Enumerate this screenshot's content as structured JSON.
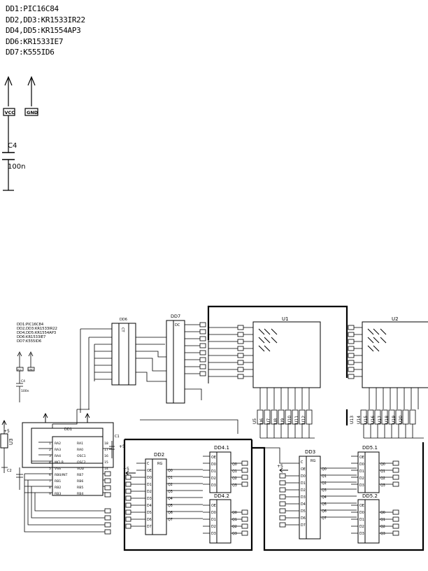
{
  "legend": [
    "DD1:PIC16C84",
    "DD2,DD3:KR1533IR22",
    "DD4,DD5:KR1554AP3",
    "DD6:KR1533IE7",
    "DD7:K555ID6"
  ],
  "power": {
    "vcc": "VCC",
    "gnd": "GND",
    "cap_ref": "C4",
    "cap_value": "100n"
  },
  "schematic": {
    "mini_legend": [
      "DD1:PIC16C84",
      "DD2,DD3:KR1533IR22",
      "DD4,DD5:KR1554AP3",
      "DD6:KR1533IE7",
      "DD7:K555ID6"
    ],
    "chips": {
      "dd1": "DD1",
      "dd2": "DD2",
      "dd3": "DD3",
      "dd4_1": "DD4.1",
      "dd4_2": "DD4.2",
      "dd5_1": "DD5.1",
      "dd5_2": "DD5.2",
      "dd6": "DD6",
      "dd7": "DD7",
      "dd2_func": "RG",
      "dd3_func": "RG",
      "dd6_func": "CT",
      "dd7_func": "DC"
    },
    "matrices": {
      "u1": "U1",
      "u2": "U2"
    },
    "u1_led_labels": [
      "U5",
      "U6",
      "U7",
      "U8",
      "U9",
      "U10",
      "U11",
      "U12"
    ],
    "u2_led_labels": [
      "U13",
      "U14",
      "U15",
      "U16",
      "U17",
      "U18",
      "U19",
      "U20"
    ],
    "labels": {
      "u3": "U3",
      "c1": "C1",
      "c2": "C2",
      "c4": "C4",
      "plus5": "+5",
      "vcc": "VCC",
      "gnd": "GND",
      "c4_value": "100n"
    },
    "dd1_left_pins": [
      "RA2",
      "RA3",
      "RA4",
      "MCLR",
      "VSS",
      "RB0/INT",
      "RB1",
      "RB2",
      "RB3"
    ],
    "dd1_right_pins": [
      "RA1",
      "RA0",
      "OSC1",
      "OSC2",
      "VDD",
      "RB7",
      "RB6",
      "RB5",
      "RB4"
    ],
    "dd1_left_nums": [
      "1",
      "2",
      "3",
      "4",
      "5",
      "6",
      "7",
      "8",
      "9"
    ],
    "dd1_right_nums": [
      "18",
      "17",
      "16",
      "15",
      "14",
      "13",
      "12",
      "11",
      "10"
    ],
    "register_left_pins": [
      "C",
      "OE",
      "D0",
      "D1",
      "D2",
      "D3",
      "D4",
      "D5",
      "D6",
      "D7"
    ],
    "register_right_pins": [
      "Q0",
      "Q1",
      "Q2",
      "Q3",
      "Q4",
      "Q5",
      "Q6",
      "Q7"
    ],
    "buffer_left_pins": [
      "OE",
      "D0",
      "D1",
      "D2",
      "D3"
    ],
    "buffer_right_pins": [
      "Q0",
      "Q1",
      "Q2",
      "Q3"
    ]
  }
}
